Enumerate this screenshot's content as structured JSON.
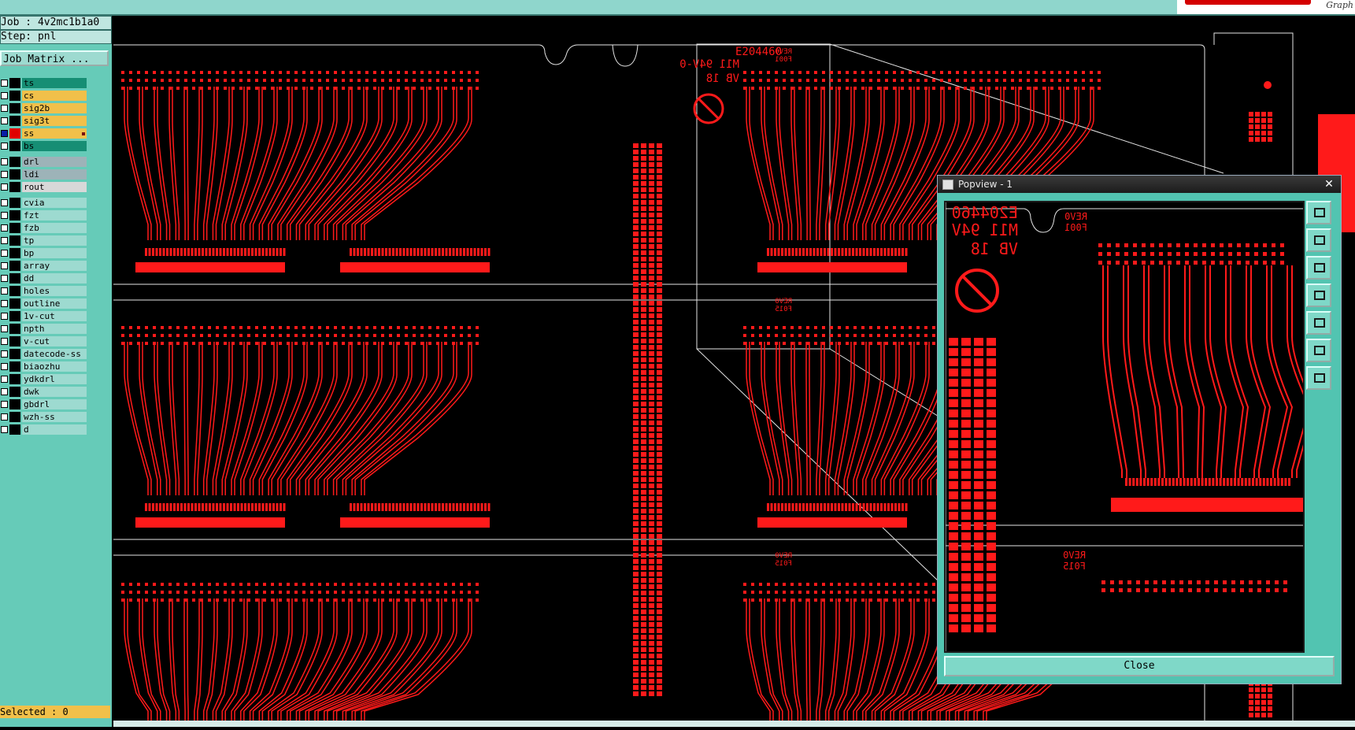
{
  "header": {
    "brand_text": "Graph"
  },
  "job": {
    "job_label": "Job : 4v2mc1b1a0",
    "step_label": "Step: pnl",
    "job_matrix_label": "Job Matrix ..."
  },
  "layers": {
    "group1": [
      {
        "name": "ts",
        "color": "#168e74",
        "checked": false,
        "dot": false
      },
      {
        "name": "cs",
        "color": "#f1c04a",
        "checked": false,
        "dot": false
      },
      {
        "name": "sig2b",
        "color": "#f1c04a",
        "checked": false,
        "dot": false
      },
      {
        "name": "sig3t",
        "color": "#f1c04a",
        "checked": false,
        "dot": false
      },
      {
        "name": "ss",
        "color": "#f1c04a",
        "checked": true,
        "dot": true
      },
      {
        "name": "bs",
        "color": "#168e74",
        "checked": false,
        "dot": false
      }
    ],
    "group2": [
      {
        "name": "drl",
        "color": "#9db3b8",
        "checked": false,
        "dot": false
      },
      {
        "name": "ldi",
        "color": "#9db3b8",
        "checked": false,
        "dot": false
      },
      {
        "name": "rout",
        "color": "#d8d8d8",
        "checked": false,
        "dot": false
      }
    ],
    "group3": [
      {
        "name": "cvia",
        "color": "#9ddad0",
        "checked": false,
        "dot": false
      },
      {
        "name": "fzt",
        "color": "#9ddad0",
        "checked": false,
        "dot": false
      },
      {
        "name": "fzb",
        "color": "#9ddad0",
        "checked": false,
        "dot": false
      },
      {
        "name": "tp",
        "color": "#9ddad0",
        "checked": false,
        "dot": false
      },
      {
        "name": "bp",
        "color": "#9ddad0",
        "checked": false,
        "dot": false
      },
      {
        "name": "array",
        "color": "#9ddad0",
        "checked": false,
        "dot": false
      },
      {
        "name": "dd",
        "color": "#9ddad0",
        "checked": false,
        "dot": false
      },
      {
        "name": "holes",
        "color": "#9ddad0",
        "checked": false,
        "dot": false
      },
      {
        "name": "outline",
        "color": "#9ddad0",
        "checked": false,
        "dot": false
      },
      {
        "name": "1v-cut",
        "color": "#9ddad0",
        "checked": false,
        "dot": false
      },
      {
        "name": "npth",
        "color": "#9ddad0",
        "checked": false,
        "dot": false
      },
      {
        "name": "v-cut",
        "color": "#9ddad0",
        "checked": false,
        "dot": false
      },
      {
        "name": "datecode-ss",
        "color": "#9ddad0",
        "checked": false,
        "dot": false
      },
      {
        "name": "biaozhu",
        "color": "#9ddad0",
        "checked": false,
        "dot": false
      },
      {
        "name": "ydkdrl",
        "color": "#9ddad0",
        "checked": false,
        "dot": false
      },
      {
        "name": "dwk",
        "color": "#9ddad0",
        "checked": false,
        "dot": false
      },
      {
        "name": "gbdrl",
        "color": "#9ddad0",
        "checked": false,
        "dot": false
      },
      {
        "name": "wzh-ss",
        "color": "#9ddad0",
        "checked": false,
        "dot": false
      },
      {
        "name": "d",
        "color": "#9ddad0",
        "checked": false,
        "dot": false
      }
    ]
  },
  "status": {
    "selected_label": "Selected : 0"
  },
  "canvas": {
    "copper_color": "#ff1a1a",
    "outline_color": "#e6e6e6",
    "part_number": "E204460",
    "cert_line": "M11 94V-0",
    "date_code": "VB 18",
    "rev_label": "REV0",
    "fd_codes": [
      "F001",
      "F015",
      "F015"
    ]
  },
  "popup": {
    "title": "Popview - 1",
    "close_glyph": "✕",
    "close_label": "Close",
    "pview_part": "E204460",
    "pview_cert": "M11 94V",
    "pview_date": "VB 18",
    "pview_rev": "REV0",
    "pview_codes": [
      "F001",
      "F015"
    ],
    "tools": [
      "zoom-to-fit-icon",
      "pan-up-icon",
      "pan-down-icon",
      "pan-left-icon",
      "pan-right-icon",
      "zoom-out-icon",
      "zoom-in-icon"
    ]
  }
}
